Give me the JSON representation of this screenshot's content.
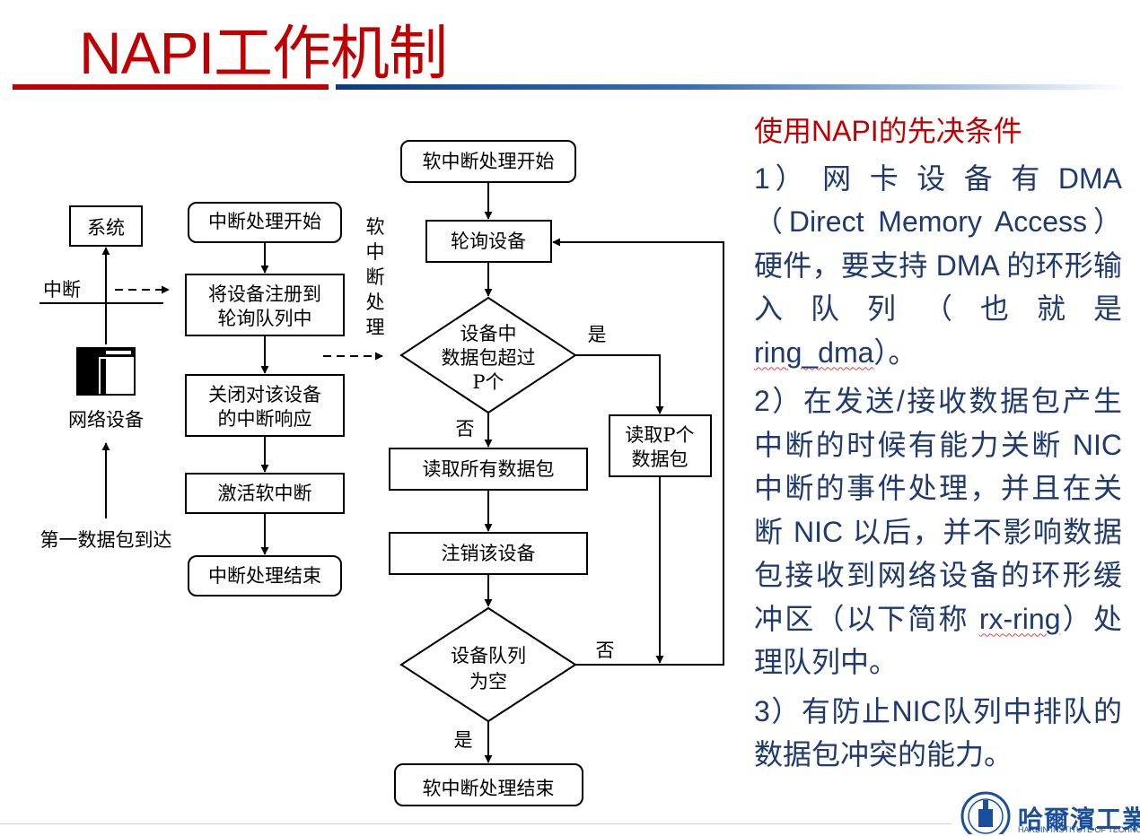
{
  "slide": {
    "title": "NAPI工作机制"
  },
  "left_panel": {
    "system_label": "系统",
    "interrupt_label": "中断",
    "device_label": "网络设备",
    "first_packet_label": "第一数据包到达"
  },
  "interrupt_flow": {
    "start": "中断处理开始",
    "register_line1": "将设备注册到",
    "register_line2": "轮询队列中",
    "disable_line1": "关闭对该设备",
    "disable_line2": "的中断响应",
    "activate": "激活软中断",
    "end": "中断处理结束"
  },
  "softirq_side_label": [
    "软",
    "中",
    "断",
    "处",
    "理"
  ],
  "softirq_flow": {
    "start": "软中断处理开始",
    "poll": "轮询设备",
    "decision1_line1": "设备中",
    "decision1_line2": "数据包超过",
    "decision1_line3": "P个",
    "yes1": "是",
    "no1": "否",
    "read_all": "读取所有数据包",
    "read_p_line1": "读取P个",
    "read_p_line2": "数据包",
    "unregister": "注销该设备",
    "decision2_line1": "设备队列",
    "decision2_line2": "为空",
    "no2": "否",
    "yes2": "是",
    "end": "软中断处理结束"
  },
  "notes": {
    "heading": "使用NAPI的先决条件",
    "p1_a": "1） 网 卡 设 备 有 DMA（Direct Memory Access）硬件，要支持 DMA 的环形输 入 队 列 （ 也 就 是 ",
    "p1_b": "ring_dma",
    "p1_c": "）。",
    "p2_a": "2）在发送/接收数据包产生中断的时候有能力关断 NIC 中断的事件处理，并且在关断 NIC 以后，并不影响数据包接收到网络设备的环形缓冲区（以下简称 ",
    "p2_b": "rx-ring",
    "p2_c": "）处理队列中。",
    "p3": "3）有防止NIC队列中排队的数据包冲突的能力。"
  },
  "logo": {
    "name": "哈爾濱工業大",
    "sub": "HARBIN INSTITUTE OF TECHNOLOGY"
  },
  "colors": {
    "title_red": "#c00000",
    "text_blue": "#1f3a6e",
    "logo_blue": "#1b4f9c"
  }
}
